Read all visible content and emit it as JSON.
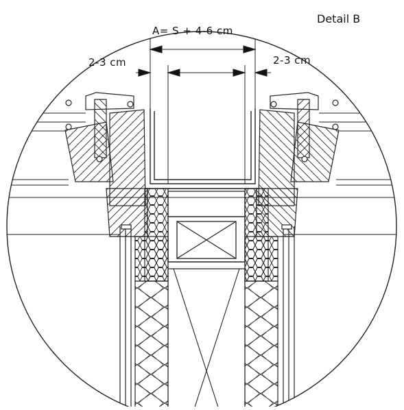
{
  "detail_title": "Detail B",
  "dimensions": {
    "overall": "A= S + 4-6 cm",
    "left_gap": "2-3 cm",
    "right_gap": "2-3 cm"
  }
}
